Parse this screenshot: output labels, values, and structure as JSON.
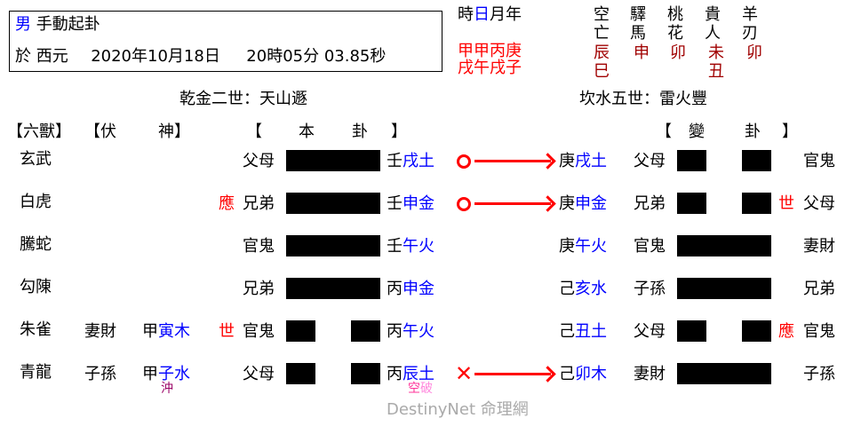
{
  "header": {
    "gender": "男",
    "method": "手動起卦",
    "date_prefix": "於 西元",
    "date": "2020年10月18日",
    "time": "20時05分 03.85秒"
  },
  "pillars": {
    "labels": [
      "時",
      "日",
      "月",
      "年"
    ],
    "stems": "甲甲丙庚",
    "branches": "戌午戌子"
  },
  "shensha": {
    "columns": [
      {
        "name1": "空",
        "name2": "亡",
        "val1": "辰",
        "val2": "巳"
      },
      {
        "name1": "驛",
        "name2": "馬",
        "val1": "申",
        "val2": ""
      },
      {
        "name1": "桃",
        "name2": "花",
        "val1": "卯",
        "val2": ""
      },
      {
        "name1": "貴",
        "name2": "人",
        "val1": "未",
        "val2": "丑"
      },
      {
        "name1": "羊",
        "name2": "刃",
        "val1": "卯",
        "val2": ""
      }
    ]
  },
  "titles": {
    "ben_gua": "乾金二世：天山遯",
    "bian_gua": "坎水五世：雷火豐"
  },
  "column_headers": {
    "liushou": "【六獸】",
    "fushen_open": "【伏",
    "fushen_close": "神】",
    "ben_open": "【",
    "ben_1": "本",
    "ben_2": "卦",
    "ben_close": "】",
    "bian_open": "【",
    "bian_1": "變",
    "bian_2": "卦",
    "bian_close": "】"
  },
  "rows": [
    {
      "liushou": "玄武",
      "fushen_rel": "",
      "fushen_stem": "",
      "fushen_branch": "",
      "fushen_note": "",
      "mark": "",
      "relation": "父母",
      "line": "yang",
      "stem": "壬",
      "branch": "戌土",
      "note1": "",
      "note2": "",
      "moving": "O",
      "bian_stem": "庚",
      "bian_branch": "戌土",
      "bian_relation": "父母",
      "bian_line": "yin",
      "bian_mark": "",
      "right_relation": "官鬼"
    },
    {
      "liushou": "白虎",
      "fushen_rel": "",
      "fushen_stem": "",
      "fushen_branch": "",
      "fushen_note": "",
      "mark": "應",
      "relation": "兄弟",
      "line": "yang",
      "stem": "壬",
      "branch": "申金",
      "note1": "",
      "note2": "",
      "moving": "O",
      "bian_stem": "庚",
      "bian_branch": "申金",
      "bian_relation": "兄弟",
      "bian_line": "yin",
      "bian_mark": "世",
      "right_relation": "父母"
    },
    {
      "liushou": "騰蛇",
      "fushen_rel": "",
      "fushen_stem": "",
      "fushen_branch": "",
      "fushen_note": "",
      "mark": "",
      "relation": "官鬼",
      "line": "yang",
      "stem": "壬",
      "branch": "午火",
      "note1": "",
      "note2": "",
      "moving": "",
      "bian_stem": "庚",
      "bian_branch": "午火",
      "bian_relation": "官鬼",
      "bian_line": "yang",
      "bian_mark": "",
      "right_relation": "妻財"
    },
    {
      "liushou": "勾陳",
      "fushen_rel": "",
      "fushen_stem": "",
      "fushen_branch": "",
      "fushen_note": "",
      "mark": "",
      "relation": "兄弟",
      "line": "yang",
      "stem": "丙",
      "branch": "申金",
      "note1": "",
      "note2": "",
      "moving": "",
      "bian_stem": "己",
      "bian_branch": "亥水",
      "bian_relation": "子孫",
      "bian_line": "yang",
      "bian_mark": "",
      "right_relation": "兄弟"
    },
    {
      "liushou": "朱雀",
      "fushen_rel": "妻財",
      "fushen_stem": "甲",
      "fushen_branch": "寅木",
      "fushen_note": "",
      "mark": "世",
      "relation": "官鬼",
      "line": "yin",
      "stem": "丙",
      "branch": "午火",
      "note1": "",
      "note2": "",
      "moving": "",
      "bian_stem": "己",
      "bian_branch": "丑土",
      "bian_relation": "父母",
      "bian_line": "yin",
      "bian_mark": "應",
      "right_relation": "官鬼"
    },
    {
      "liushou": "青龍",
      "fushen_rel": "子孫",
      "fushen_stem": "甲",
      "fushen_branch": "子水",
      "fushen_note": "沖",
      "mark": "",
      "relation": "父母",
      "line": "yin",
      "stem": "丙",
      "branch": "辰土",
      "note1": "空",
      "note2": "破",
      "moving": "X",
      "bian_stem": "己",
      "bian_branch": "卯木",
      "bian_relation": "妻財",
      "bian_line": "yang",
      "bian_mark": "",
      "right_relation": "子孫"
    }
  ],
  "watermark": "DestinyNet 命理網",
  "colors": {
    "accent_blue": "#0000ff",
    "accent_red": "#ff0000",
    "shensha_red": "#a00000",
    "chong_purple": "#990066",
    "kong_pink": "#ff3399",
    "po_pink": "#ff88dd",
    "watermark_gray": "#aaaaaa"
  }
}
